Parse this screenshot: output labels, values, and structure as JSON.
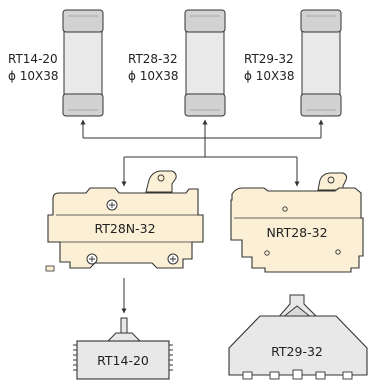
{
  "fuses": [
    {
      "model": "RT14-20",
      "size": "ϕ 10X38"
    },
    {
      "model": "RT28-32",
      "size": "ϕ 10X38"
    },
    {
      "model": "RT29-32",
      "size": "ϕ 10X38"
    }
  ],
  "holders": [
    {
      "model": "RT28N-32"
    },
    {
      "model": "NRT28-32"
    }
  ],
  "bases": [
    {
      "model": "RT14-20"
    },
    {
      "model": "RT29-32"
    }
  ],
  "colors": {
    "fuse_body": "#e9e9e9",
    "fuse_cap": "#d2d2d2",
    "holder_fill": "#fbf0d6",
    "base_fill": "#e8e8e8",
    "line": "#333333"
  }
}
